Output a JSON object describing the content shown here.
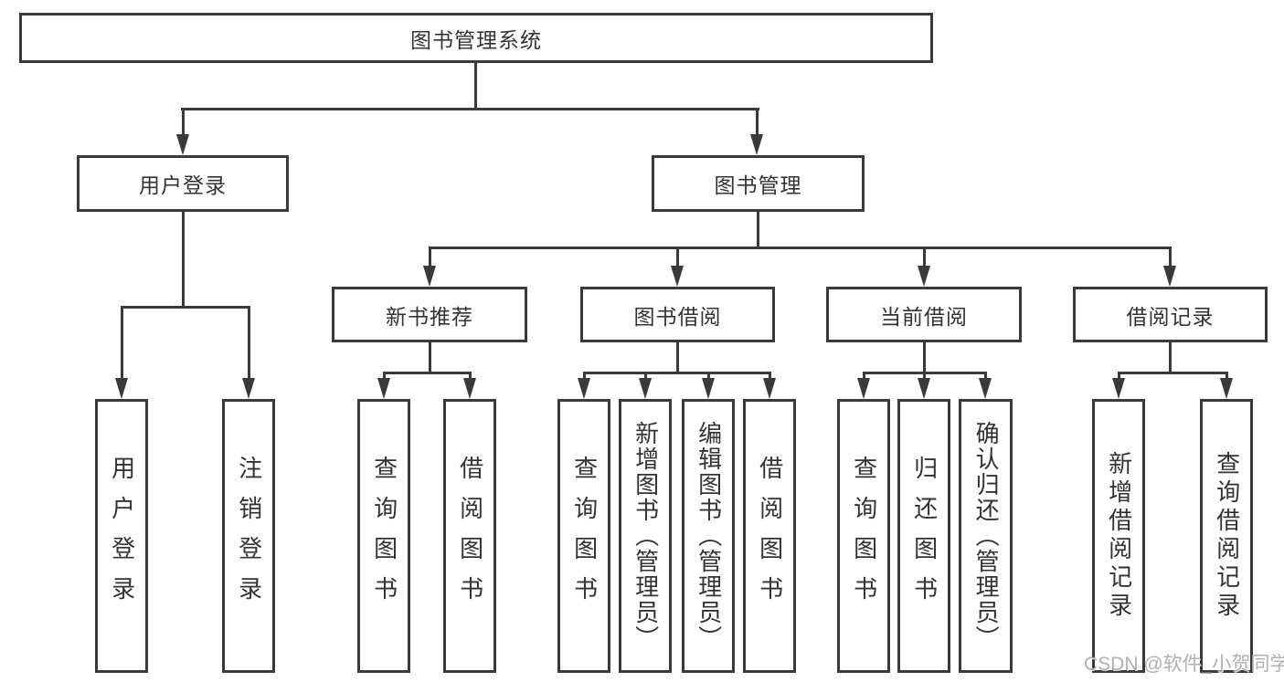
{
  "tree": {
    "root": {
      "label": "图书管理系统"
    },
    "branches": [
      {
        "label": "用户登录",
        "children": [
          "用户登录",
          "注销登录"
        ]
      },
      {
        "label": "图书管理",
        "modules": [
          {
            "label": "新书推荐",
            "children": [
              "查询图书",
              "借阅图书"
            ]
          },
          {
            "label": "图书借阅",
            "children": [
              "查询图书",
              "新增图书（管理员）",
              "编辑图书（管理员）",
              "借阅图书"
            ]
          },
          {
            "label": "当前借阅",
            "children": [
              "查询图书",
              "归还图书",
              "确认归还（管理员）"
            ]
          },
          {
            "label": "借阅记录",
            "children": [
              "新增借阅记录",
              "查询借阅记录"
            ]
          }
        ]
      }
    ]
  },
  "watermark": {
    "text": "CSDN @软件_小贺同学"
  },
  "colors": {
    "line": "#3a3a3a",
    "text": "#333333",
    "watermark": "#b0b0b0",
    "background": "#ffffff"
  }
}
